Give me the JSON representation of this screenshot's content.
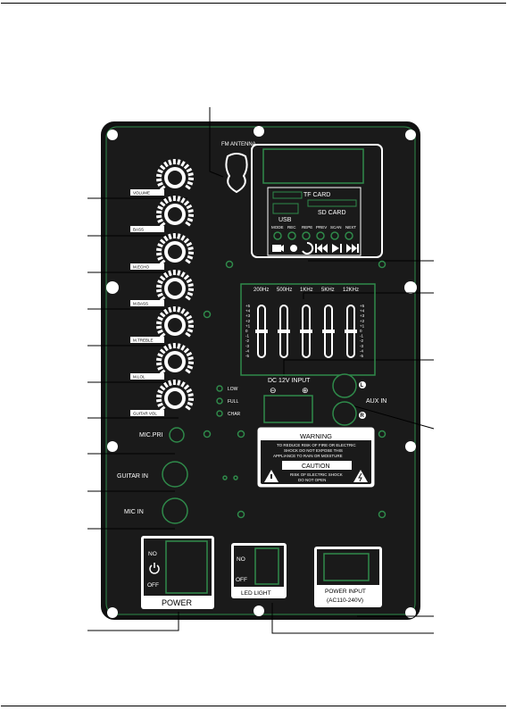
{
  "labels": {
    "fm_antenna": "FM ANTENNA",
    "tf_card": "TF CARD",
    "sd_card": "SD CARD",
    "usb": "USB",
    "buttons": [
      "MODE",
      "REC",
      "REPE",
      "PREV",
      "SCAN",
      "NEXT"
    ],
    "eq_freqs": [
      "200Hz",
      "500Hz",
      "1KHz",
      "5KHz",
      "12KHz"
    ],
    "eq_scale_left": [
      "+5",
      "+4",
      "+3",
      "+2",
      "+1",
      "0",
      "-1",
      "-2",
      "-3",
      "-4",
      "-5"
    ],
    "eq_scale_right": [
      "+5",
      "+4",
      "+3",
      "+2",
      "+1",
      "0",
      "-1",
      "-2",
      "-3",
      "-4",
      "-5"
    ],
    "knobs": [
      "VOLUME",
      "BASS",
      "M.ECHO",
      "M.BASS",
      "M.TREBLE",
      "M.LOL",
      "GUITAR VOL"
    ],
    "mic_pri": "MIC.PRI",
    "guitar_in": "GUITAR IN",
    "mic_in": "MIC IN",
    "leds": [
      "LOW",
      "FULL",
      "CHAR"
    ],
    "dc_input": "DC 12V INPUT",
    "dc_minus": "⊖",
    "dc_plus": "⊕",
    "aux_in": "AUX IN",
    "aux_l": "L",
    "aux_r": "R",
    "warning_title": "WARNING",
    "warning_text_1": "TO REDUCE RISK OF FIRE OR ELECTRIC",
    "warning_text_2": "SHOCK DO NOT EXPOSE THIS",
    "warning_text_3": "APPLIANCE TO RAIN OR MOISTURE",
    "caution_title": "CAUTION",
    "caution_text_1": "RISK OF ELECTRIC SHOCK",
    "caution_text_2": "DO NOT OPEN",
    "power_on": "NO",
    "power_off": "OFF",
    "power_label": "POWER",
    "led_on": "NO",
    "led_off": "OFF",
    "led_label": "LED LIGHT",
    "power_input_1": "POWER INPUT",
    "power_input_2": "(AC110-240V)"
  },
  "colors": {
    "panel": "#1a1a1a",
    "outline": "#2f8a4a",
    "text": "#ffffff"
  }
}
